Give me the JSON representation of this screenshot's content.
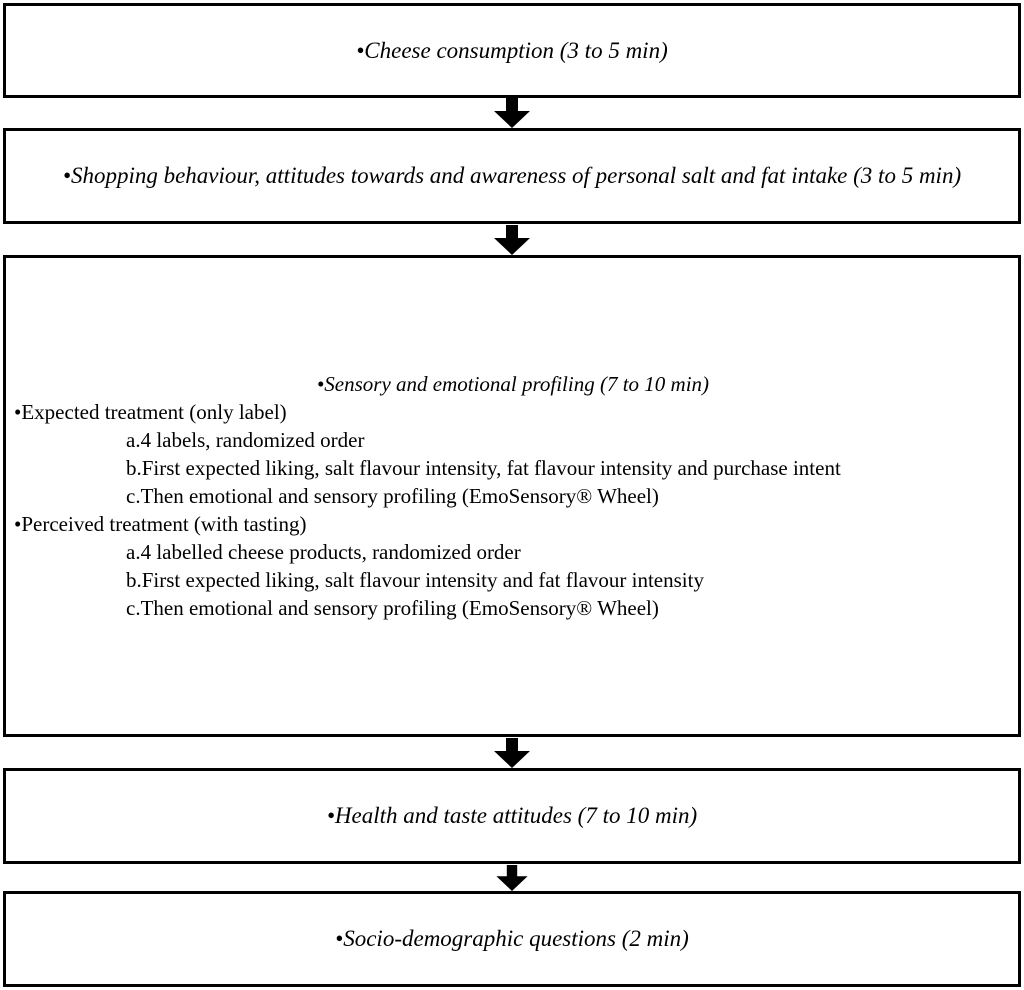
{
  "diagram": {
    "background_color": "#ffffff",
    "border_color": "#000000",
    "text_color": "#000000",
    "arrow_color": "#000000",
    "boxes": [
      {
        "id": "cheese-consumption",
        "text": "•Cheese consumption (3 to 5 min)"
      },
      {
        "id": "shopping-behaviour",
        "text": "•Shopping behaviour, attitudes towards and awareness of personal salt and fat intake (3 to 5 min)"
      },
      {
        "id": "sensory-emotional-profiling",
        "title": "•Sensory and emotional profiling (7 to 10 min)",
        "items": [
          {
            "level": 1,
            "text": "•Expected treatment (only label)"
          },
          {
            "level": 2,
            "text": "a.4 labels, randomized order"
          },
          {
            "level": 2,
            "text": "b.First expected liking, salt flavour intensity, fat flavour intensity and purchase intent"
          },
          {
            "level": 2,
            "text": "c.Then emotional and sensory profiling (EmoSensory® Wheel)"
          },
          {
            "level": 1,
            "text": "•Perceived treatment (with tasting)"
          },
          {
            "level": 2,
            "text": "a.4 labelled cheese products, randomized order"
          },
          {
            "level": 2,
            "text": "b.First expected liking, salt flavour intensity and fat flavour intensity"
          },
          {
            "level": 2,
            "text": "c.Then emotional and sensory profiling (EmoSensory® Wheel)"
          }
        ]
      },
      {
        "id": "health-taste-attitudes",
        "text": "•Health and taste attitudes (7 to 10 min)"
      },
      {
        "id": "socio-demographic-questions",
        "text": "•Socio-demographic questions (2 min)"
      }
    ]
  }
}
